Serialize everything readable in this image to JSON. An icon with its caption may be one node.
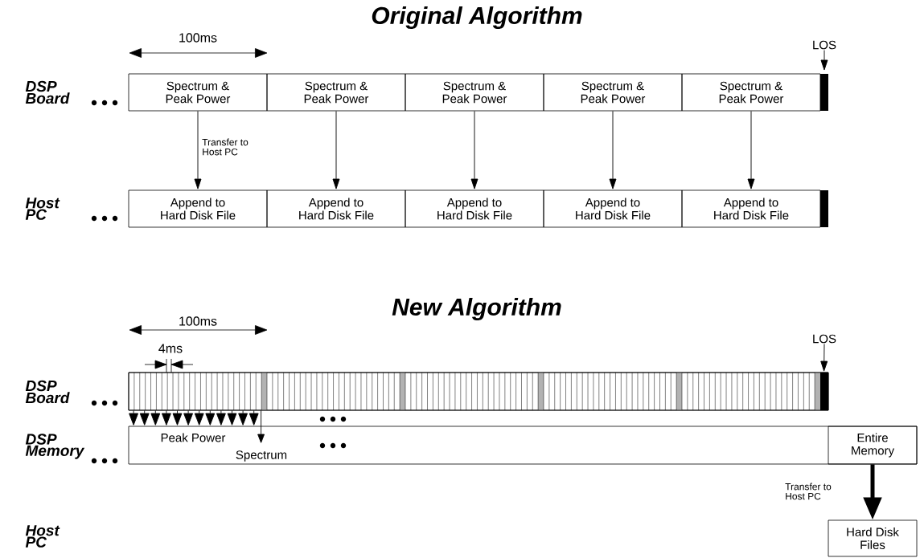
{
  "diagram": {
    "nodes": [
      {
        "text": [
          "Spectrum & Peak Power"
        ]
      },
      {
        "text": [
          "Spectrum & Peak Power"
        ]
      },
      {
        "text": [
          "Spectrum & Peak Power"
        ]
      },
      {
        "text": [
          "Spectrum & Peak Power"
        ]
      },
      {
        "text": [
          "Spectrum & Peak Power"
        ]
      },
      {
        "text": [
          "Append to Hard Disk File"
        ]
      },
      {
        "text": [
          "Append to Hard Disk File"
        ]
      },
      {
        "text": [
          "Append to Hard Disk File"
        ]
      },
      {
        "text": [
          "Append to Hard Disk File"
        ]
      },
      {
        "text": [
          "Append to Hard Disk File"
        ]
      },
      {
        "text": [],
        "shape": "bar"
      },
      {
        "text": [
          "Peak Power",
          "Spectrum"
        ]
      },
      {
        "text": [
          "Entire Memory"
        ],
        "in": 11
      },
      {
        "text": [
          "Hard Disk Files"
        ]
      },
      {
        "text": [
          "LOS"
        ]
      },
      {
        "text": [
          "LOS"
        ]
      }
    ],
    "edges": [
      {
        "from": 0,
        "to": 5,
        "arrow": "to",
        "label": "Transfer to Host PC"
      },
      {
        "from": 1,
        "to": 6,
        "arrow": "to"
      },
      {
        "from": 2,
        "to": 7,
        "arrow": "to"
      },
      {
        "from": 3,
        "to": 8,
        "arrow": "to"
      },
      {
        "from": 4,
        "to": 9,
        "arrow": "to"
      },
      {
        "from": 10,
        "to": 11,
        "arrow": "to"
      },
      {
        "from": 10,
        "to": 11,
        "arrow": "to"
      },
      {
        "from": 10,
        "to": 11,
        "arrow": "to"
      },
      {
        "from": 10,
        "to": 11,
        "arrow": "to"
      },
      {
        "from": 10,
        "to": 11,
        "arrow": "to"
      },
      {
        "from": 10,
        "to": 11,
        "arrow": "to"
      },
      {
        "from": 10,
        "to": 11,
        "arrow": "to"
      },
      {
        "from": 10,
        "to": 11,
        "arrow": "to"
      },
      {
        "from": 10,
        "to": 11,
        "arrow": "to"
      },
      {
        "from": 10,
        "to": 11,
        "arrow": "to"
      },
      {
        "from": 10,
        "to": 11,
        "arrow": "to"
      },
      {
        "from": 10,
        "to": 11,
        "arrow": "to"
      },
      {
        "from": 10,
        "to": 11,
        "arrow": "to"
      },
      {
        "from": 12,
        "to": 13,
        "arrow": "to",
        "label": "Transfer to Host PC",
        "style": "thick"
      },
      {
        "from": 14,
        "to": null,
        "arrow": "to"
      },
      {
        "from": 15,
        "to": 10,
        "arrow": "to"
      }
    ],
    "labels": [
      "Original Algorithm",
      "100ms",
      "DSP Board",
      "Host PC",
      "New Algorithm",
      "100ms",
      "4ms",
      "DSP Board",
      "DSP Memory",
      "Host PC"
    ]
  }
}
